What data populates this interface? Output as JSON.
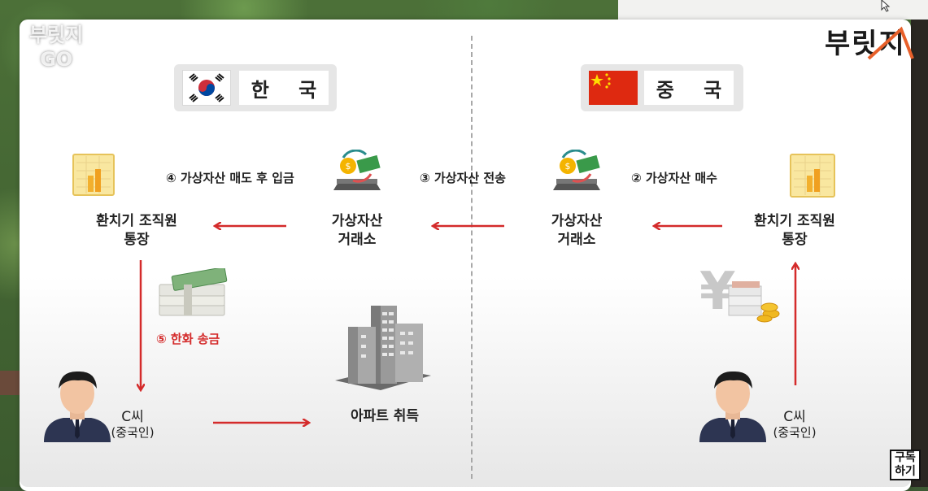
{
  "watermark": {
    "line1": "부릿지",
    "line2": "GO"
  },
  "logo": {
    "text": "부릿지"
  },
  "subscribe": {
    "line1": "구독",
    "line2": "하기"
  },
  "korea": {
    "name": "한 국"
  },
  "china": {
    "name": "중 국"
  },
  "nodes": {
    "kr_account": {
      "line1": "환치기 조직원",
      "line2": "통장"
    },
    "kr_exchange": {
      "line1": "가상자산",
      "line2": "거래소"
    },
    "cn_exchange": {
      "line1": "가상자산",
      "line2": "거래소"
    },
    "cn_account": {
      "line1": "환치기 조직원",
      "line2": "통장"
    },
    "apartment": {
      "label": "아파트 취득"
    }
  },
  "steps": {
    "step2": "② 가상자산 매수",
    "step3": "③ 가상자산 전송",
    "step4": "④ 가상자산 매도 후 입금",
    "step5": "⑤ 한화 송금"
  },
  "persons": {
    "kr_person": {
      "name": "C씨",
      "note": "(중국인)"
    },
    "cn_person": {
      "name": "C씨",
      "note": "(중국인)"
    }
  },
  "colors": {
    "arrow": "#d42b2b",
    "accent_orange": "#e8602a"
  }
}
